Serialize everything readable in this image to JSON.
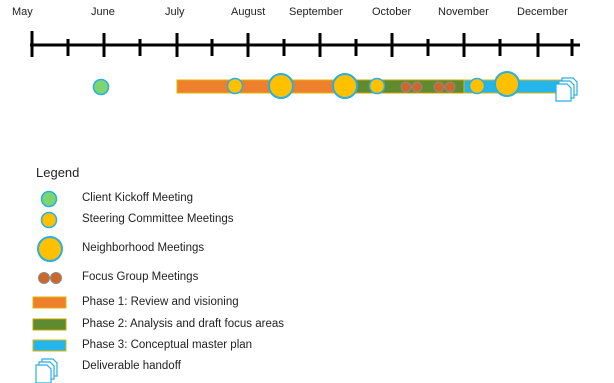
{
  "months": [
    "May",
    "June",
    "July",
    "August",
    "September",
    "October",
    "November",
    "December"
  ],
  "legend": {
    "title": "Legend",
    "items": [
      {
        "key": "kickoff",
        "label": "Client Kickoff Meeting"
      },
      {
        "key": "steering",
        "label": "Steering Committee Meetings"
      },
      {
        "key": "neighborhood",
        "label": "Neighborhood Meetings"
      },
      {
        "key": "focus",
        "label": "Focus Group Meetings"
      },
      {
        "key": "phase1",
        "label": "Phase 1: Review and visioning"
      },
      {
        "key": "phase2",
        "label": "Phase 2: Analysis and draft focus areas"
      },
      {
        "key": "phase3",
        "label": "Phase 3: Conceptual master plan"
      },
      {
        "key": "deliverable",
        "label": "Deliverable handoff"
      }
    ]
  },
  "colors": {
    "kickoff_fill": "#7dd56f",
    "steering_fill": "#ffc000",
    "neighborhood_fill": "#ffc000",
    "marker_outline": "#29aee6",
    "focus_fill": "#d0672a",
    "focus_outline": "#8a8a8a",
    "phase1": "#ee7f2d",
    "phase2": "#5f8a30",
    "phase2_border": "#c9a300",
    "phase3": "#23b5ec",
    "phase3_border": "#e2b400",
    "deliverable_outline": "#29aee6",
    "axis": "#000000"
  },
  "icons": {
    "deliverable": "document-stack-icon"
  }
}
